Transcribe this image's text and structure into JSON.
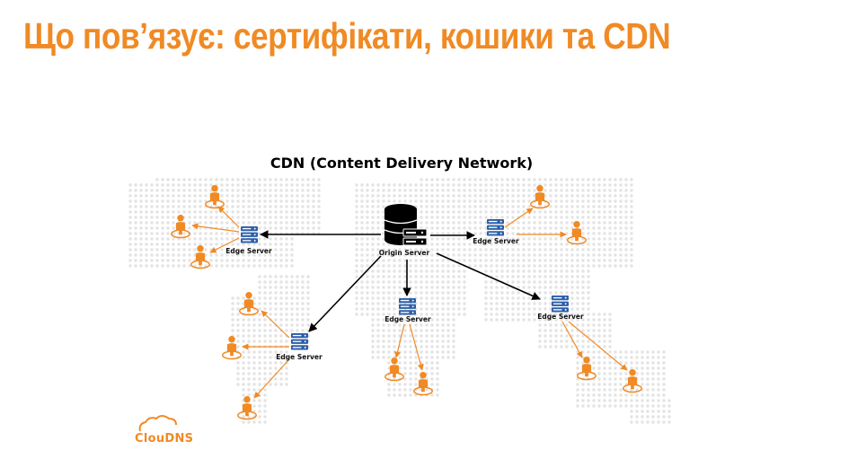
{
  "slide": {
    "title": "Що пов’язує: сертифікати, кошики та CDN",
    "accent_color": "#f08a24"
  },
  "diagram": {
    "title": "CDN (Content Delivery Network)",
    "origin_label": "Origin Server",
    "edge_labels": [
      "Edge Server",
      "Edge Server",
      "Edge Server",
      "Edge Server",
      "Edge Server"
    ],
    "logo_text": "ClouDNS",
    "icons": {
      "origin": "database-server-icon",
      "edge": "server-rack-icon",
      "user": "user-location-icon",
      "map": "dotted-world-map"
    },
    "colors": {
      "user": "#f08a24",
      "edge": "#2c5fa8",
      "origin": "#000000",
      "map_dots": "#e3e3e3",
      "origin_arrow": "#000000",
      "user_arrow": "#f08a24"
    }
  }
}
